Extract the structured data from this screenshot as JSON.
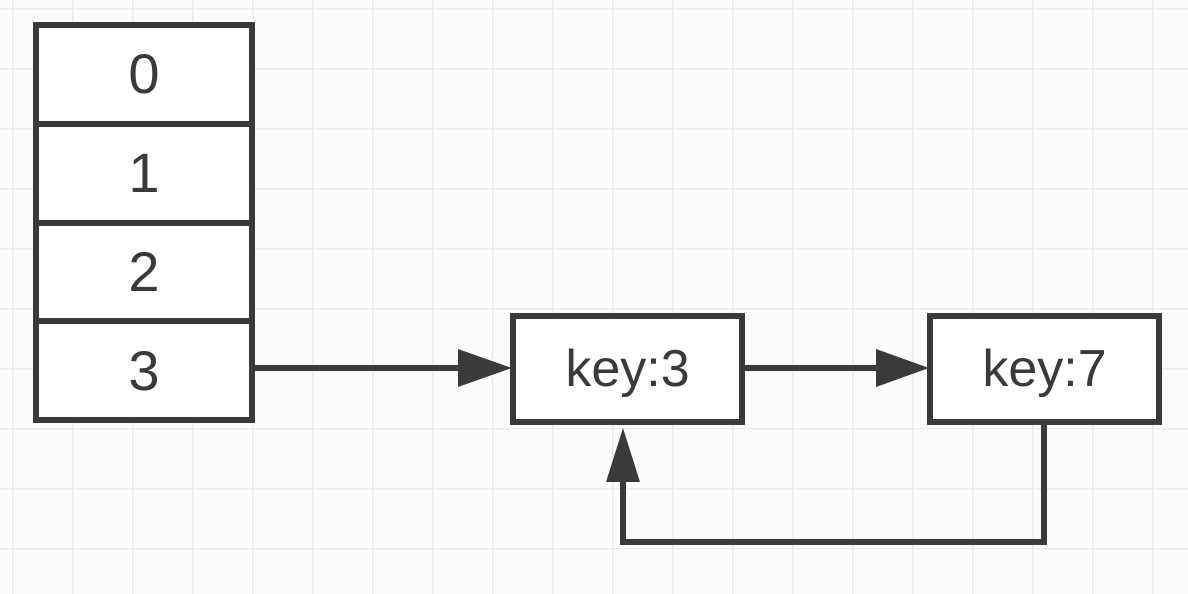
{
  "diagram": {
    "type": "hash-table-linked-list",
    "array": {
      "cells": [
        "0",
        "1",
        "2",
        "3"
      ]
    },
    "nodes": [
      {
        "id": "node-key3",
        "label": "key:3"
      },
      {
        "id": "node-key7",
        "label": "key:7"
      }
    ],
    "edges": [
      {
        "from": "bucket-3",
        "to": "node-key3",
        "direction": "right"
      },
      {
        "from": "node-key3",
        "to": "node-key7",
        "direction": "right"
      },
      {
        "from": "node-key7",
        "to": "node-key3",
        "direction": "loop-bottom-up"
      }
    ],
    "colors": {
      "stroke": "#3a3a3a",
      "box_fill": "#ffffff",
      "grid_line": "#ececec",
      "background": "#fcfcfc"
    }
  }
}
